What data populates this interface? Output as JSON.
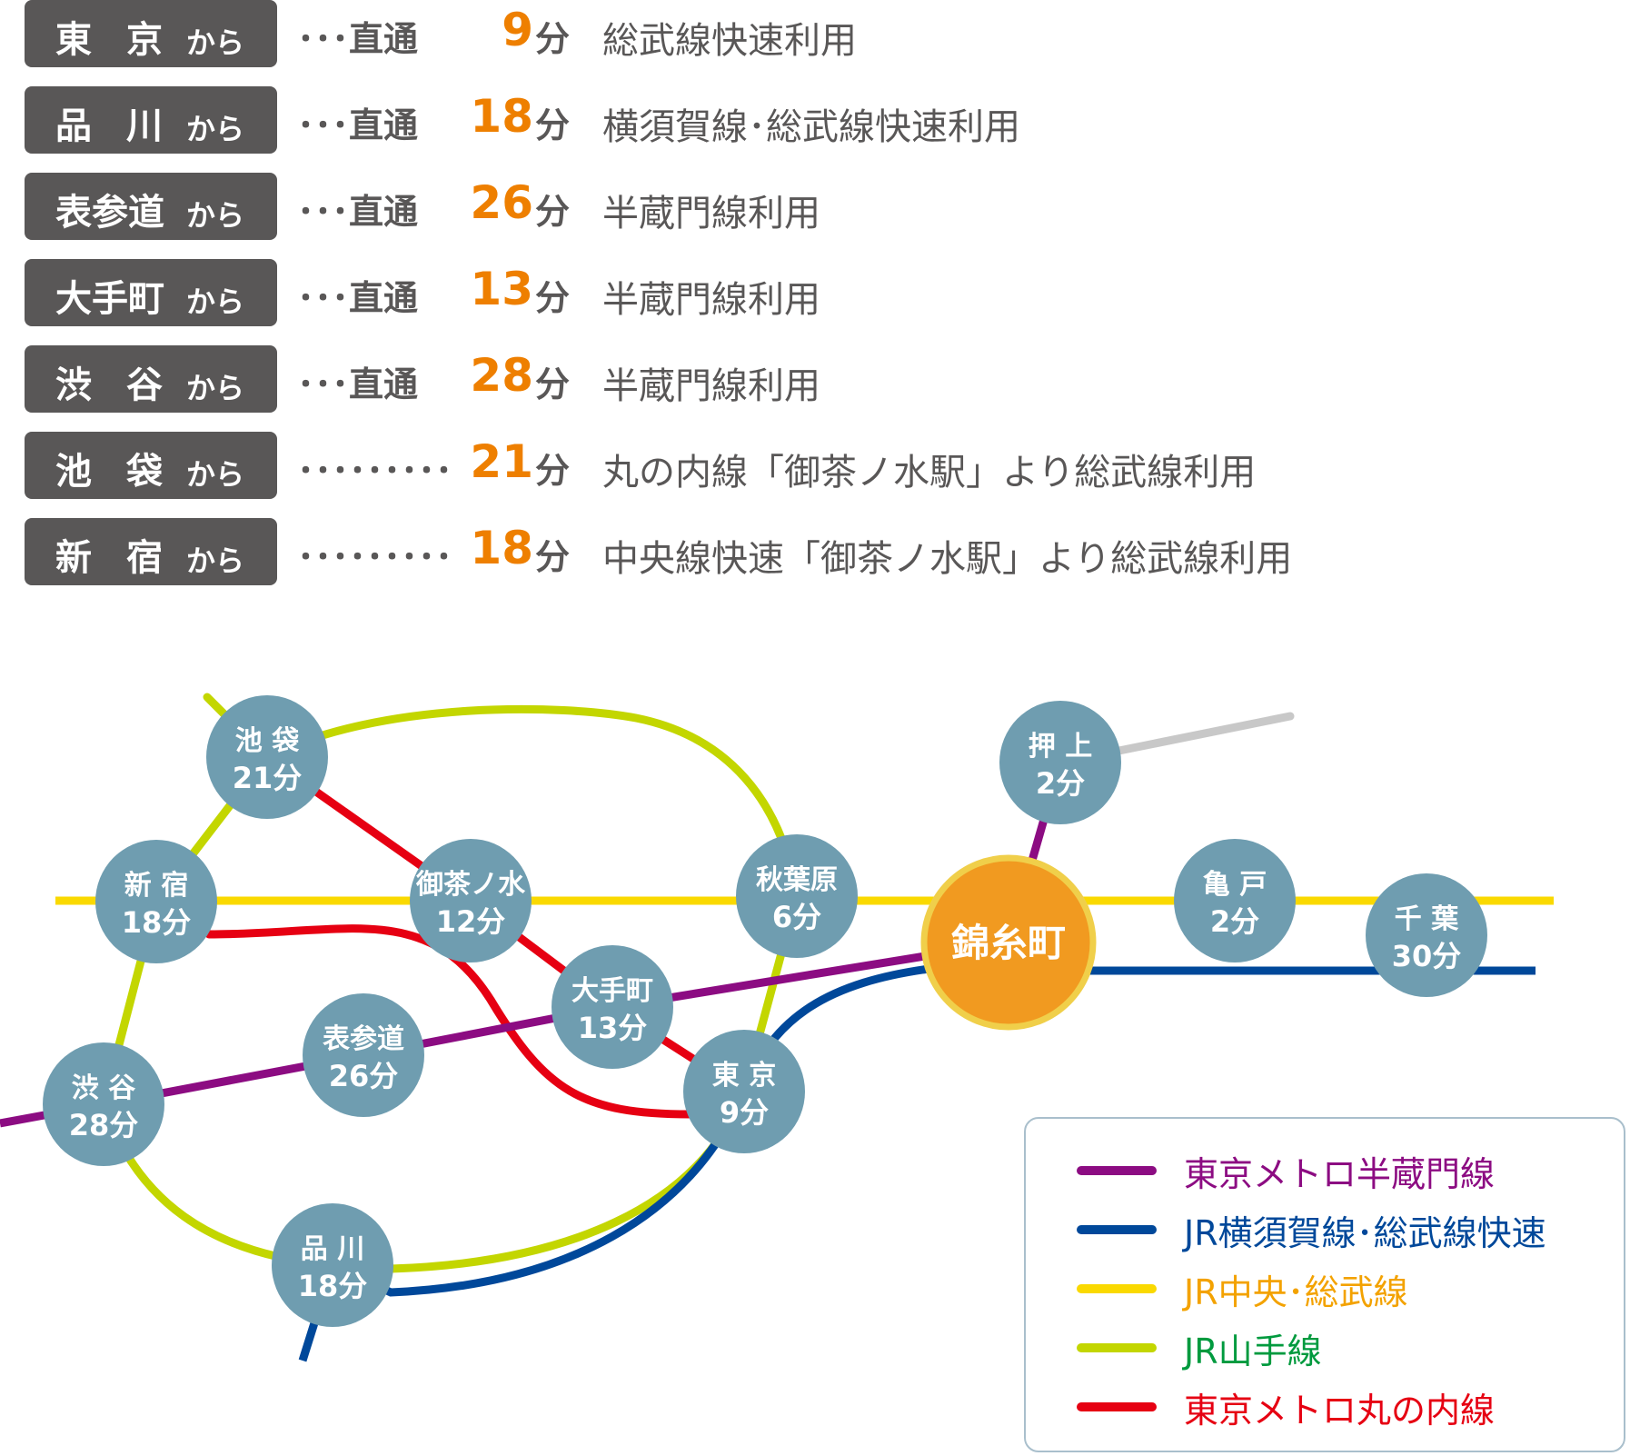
{
  "routes": [
    {
      "from": "東京",
      "spaced": true,
      "kara": "から",
      "leader": "･･･直通",
      "minutes": "9",
      "unit": "分",
      "via": "総武線快速利用"
    },
    {
      "from": "品川",
      "spaced": true,
      "kara": "から",
      "leader": "･･･直通",
      "minutes": "18",
      "unit": "分",
      "via": "横須賀線･総武線快速利用"
    },
    {
      "from": "表参道",
      "spaced": false,
      "kara": "から",
      "leader": "･･･直通",
      "minutes": "26",
      "unit": "分",
      "via": "半蔵門線利用"
    },
    {
      "from": "大手町",
      "spaced": false,
      "kara": "から",
      "leader": "･･･直通",
      "minutes": "13",
      "unit": "分",
      "via": "半蔵門線利用"
    },
    {
      "from": "渋谷",
      "spaced": true,
      "kara": "から",
      "leader": "･･･直通",
      "minutes": "28",
      "unit": "分",
      "via": "半蔵門線利用"
    },
    {
      "from": "池袋",
      "spaced": true,
      "kara": "から",
      "leader": "･････････",
      "minutes": "21",
      "unit": "分",
      "via": "丸の内線「御茶ノ水駅」より総武線利用"
    },
    {
      "from": "新宿",
      "spaced": true,
      "kara": "から",
      "leader": "･････････",
      "minutes": "18",
      "unit": "分",
      "via": "中央線快速「御茶ノ水駅」より総武線利用"
    }
  ],
  "colors": {
    "hanzomon": "#8c0c82",
    "yokosuka_sobu_rapid": "#00489a",
    "chuo_sobu": "#fad900",
    "yamanote": "#c3d600",
    "marunouchi": "#e60012",
    "other": "#c8c8c8",
    "station": "#6f9db0",
    "hub": "#f19a20",
    "hub_border": "#f0cf4a",
    "minutes_accent": "#ee7f00",
    "label_box": "#595757"
  },
  "map": {
    "hub": {
      "name": "錦糸町"
    },
    "stations": [
      {
        "id": "ikebukuro",
        "name": "池 袋",
        "time": "21分"
      },
      {
        "id": "shinjuku",
        "name": "新 宿",
        "time": "18分"
      },
      {
        "id": "ochanomizu",
        "name": "御茶ノ水",
        "time": "12分"
      },
      {
        "id": "akihabara",
        "name": "秋葉原",
        "time": "6分"
      },
      {
        "id": "otemachi",
        "name": "大手町",
        "time": "13分"
      },
      {
        "id": "omotesando",
        "name": "表参道",
        "time": "26分"
      },
      {
        "id": "shibuya",
        "name": "渋 谷",
        "time": "28分"
      },
      {
        "id": "tokyo",
        "name": "東 京",
        "time": "9分"
      },
      {
        "id": "shinagawa",
        "name": "品 川",
        "time": "18分"
      },
      {
        "id": "oshiage",
        "name": "押 上",
        "time": "2分"
      },
      {
        "id": "kameido",
        "name": "亀 戸",
        "time": "2分"
      },
      {
        "id": "chiba",
        "name": "千 葉",
        "time": "30分"
      }
    ]
  },
  "legend": [
    {
      "label": "東京メトロ半蔵門線",
      "line_color": "#8c0c82",
      "text_color": "#8c0c82"
    },
    {
      "label": "JR横須賀線･総武線快速",
      "line_color": "#00489a",
      "text_color": "#00489a"
    },
    {
      "label": "JR中央･総武線",
      "line_color": "#fad900",
      "text_color": "#f3a200"
    },
    {
      "label": "JR山手線",
      "line_color": "#c3d600",
      "text_color": "#009a3e"
    },
    {
      "label": "東京メトロ丸の内線",
      "line_color": "#e60012",
      "text_color": "#e60012"
    }
  ]
}
